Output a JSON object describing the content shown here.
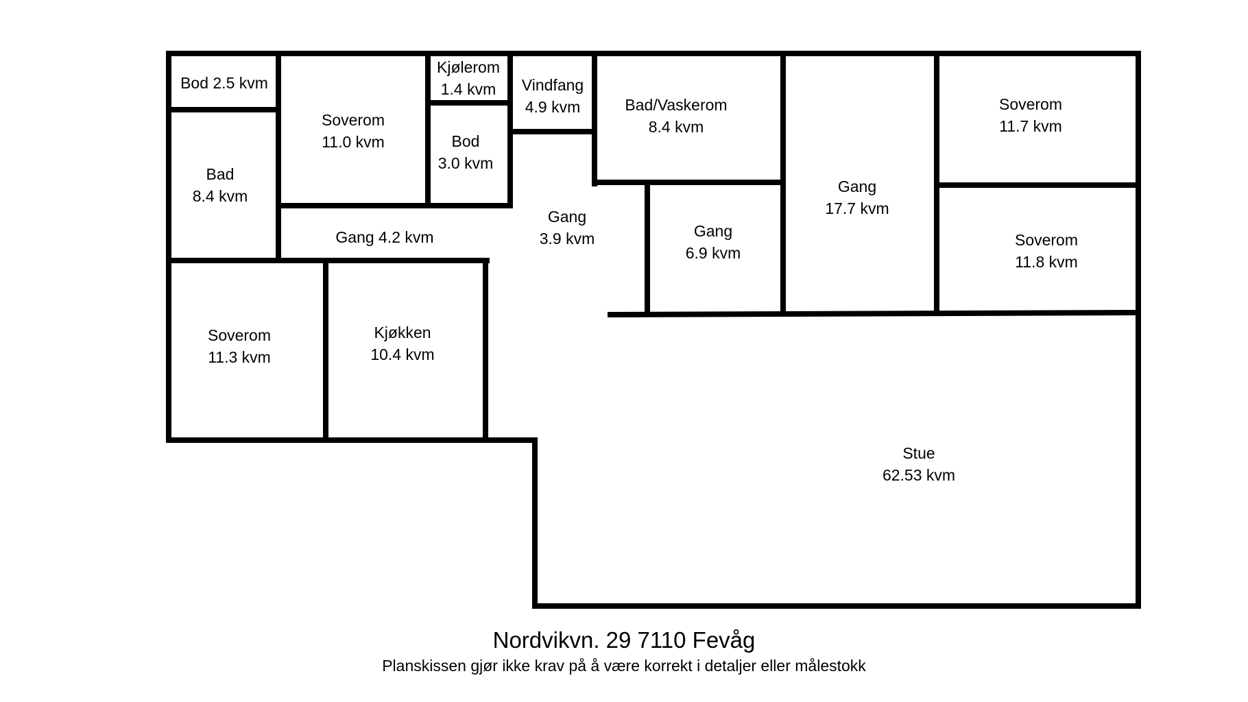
{
  "rooms": [
    {
      "id": "bod-1",
      "name": "Bod 2.5 kvm",
      "area": ""
    },
    {
      "id": "soverom-1",
      "name": "Soverom",
      "area": "11.0 kvm"
    },
    {
      "id": "kjolerom",
      "name": "Kjølerom",
      "area": "1.4 kvm"
    },
    {
      "id": "vindfang",
      "name": "Vindfang",
      "area": "4.9 kvm"
    },
    {
      "id": "bad-vaskerom",
      "name": "Bad/Vaskerom",
      "area": "8.4 kvm"
    },
    {
      "id": "soverom-2",
      "name": "Soverom",
      "area": "11.7 kvm"
    },
    {
      "id": "bod-2",
      "name": "Bod",
      "area": "3.0 kvm"
    },
    {
      "id": "bad",
      "name": "Bad",
      "area": "8.4 kvm"
    },
    {
      "id": "gang-1",
      "name": "Gang 4.2 kvm",
      "area": ""
    },
    {
      "id": "gang-2",
      "name": "Gang",
      "area": "3.9 kvm"
    },
    {
      "id": "gang-3",
      "name": "Gang",
      "area": "6.9 kvm"
    },
    {
      "id": "gang-4",
      "name": "Gang",
      "area": "17.7 kvm"
    },
    {
      "id": "soverom-3",
      "name": "Soverom",
      "area": "11.8 kvm"
    },
    {
      "id": "soverom-4",
      "name": "Soverom",
      "area": "11.3 kvm"
    },
    {
      "id": "kjokken",
      "name": "Kjøkken",
      "area": "10.4 kvm"
    },
    {
      "id": "stue",
      "name": "Stue",
      "area": "62.53 kvm"
    }
  ],
  "footer": {
    "address": "Nordvikvn. 29 7110 Fevåg",
    "disclaimer": "Planskissen gjør ikke krav på å være korrekt i detaljer eller målestokk"
  }
}
